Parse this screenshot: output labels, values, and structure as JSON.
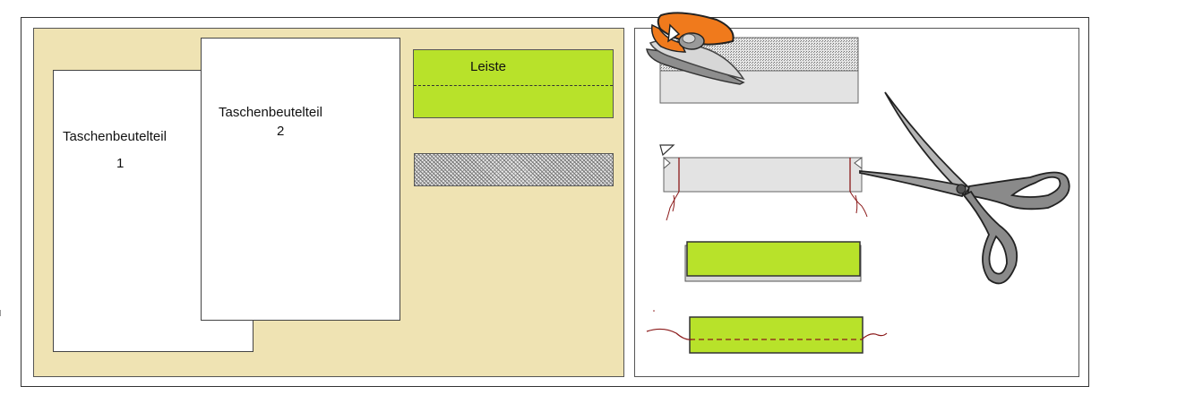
{
  "labels": {
    "piece1_name": "Taschenbeutelteil",
    "piece1_number": "1",
    "piece2_name": "Taschenbeutelteil",
    "piece2_number": "2",
    "strip_label": "Leiste"
  },
  "colors": {
    "panel_left_bg": "#efe3b3",
    "strip_green": "#b8e22a",
    "iron_orange": "#f07a1c",
    "stitch_red": "#8b1a1a",
    "scissors_gray": "#8a8a8a"
  },
  "icons": [
    "iron-icon",
    "scissors-icon"
  ]
}
